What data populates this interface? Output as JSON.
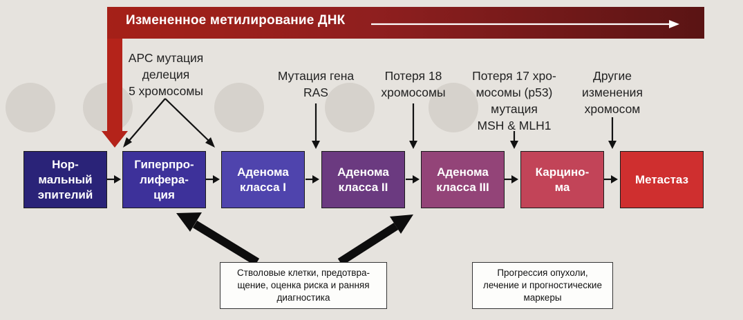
{
  "banner": {
    "title": "Измененное метилирование ДНК"
  },
  "labels": {
    "apc": [
      "АРС мутация",
      "делеция",
      "5 хромосомы"
    ],
    "ras": [
      "Мутация гена",
      "RAS"
    ],
    "loss18": [
      "Потеря 18",
      "хромосомы"
    ],
    "loss17": [
      "Потеря 17 хро-",
      "мосомы (p53)",
      "мутация",
      "MSH & MLH1"
    ],
    "other": [
      "Другие",
      "изменения",
      "хромосом"
    ]
  },
  "stages": [
    {
      "label": "Нор-\nмальный\nэпителий",
      "color": "#2a2378"
    },
    {
      "label": "Гиперпро-\nлифера-\nция",
      "color": "#3d319a"
    },
    {
      "label": "Аденома\nкласса I",
      "color": "#4f44ad"
    },
    {
      "label": "Аденома\nкласса II",
      "color": "#6b3a80"
    },
    {
      "label": "Аденома\nкласса III",
      "color": "#934478"
    },
    {
      "label": "Карцино-\nма",
      "color": "#c24458"
    },
    {
      "label": "Метастаз",
      "color": "#cf2f2f"
    }
  ],
  "bottom": {
    "left": "Стволовые клетки, предотвра-\nщение, оценка риска и ранняя\nдиагностика",
    "right": "Прогрессия опухоли,\nлечение и прогностические\nмаркеры"
  },
  "colors": {
    "banner": "#8f1f1f",
    "arrow": "#111111"
  }
}
